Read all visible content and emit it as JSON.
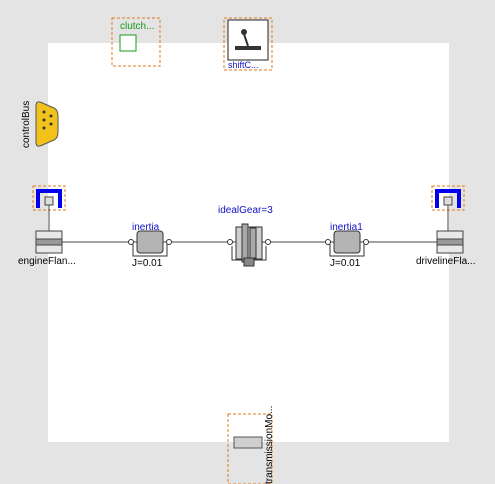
{
  "colors": {
    "canvas": "#ffffff",
    "background": "#e4e4e4",
    "connector_orange": "#e07a1f",
    "flange_blue": "#0000ee",
    "label_blue": "#1010c8",
    "label_green": "#1a9a1a",
    "bus_yellow": "#f2c21a"
  },
  "components": {
    "clutch_label": "clutch...",
    "shift_label": "shiftC...",
    "control_bus_label": "controlBus",
    "engine_flange_label": "engineFlan...",
    "driveline_flange_label": "drivelineFla...",
    "inertia_label": "inertia",
    "inertia_param": "J=0.01",
    "ideal_gear_label": "idealGear=3",
    "inertia1_label": "inertia1",
    "inertia1_param": "J=0.01",
    "transmission_label": "transmissionMo..."
  },
  "icons": {
    "clutch": "green-square-icon",
    "shift": "gear-lever-icon",
    "control_bus": "bus-connector-icon",
    "flange": "flange-icon",
    "inertia": "inertia-icon",
    "gear": "ideal-gear-icon",
    "transmission": "transmission-mode-icon"
  }
}
